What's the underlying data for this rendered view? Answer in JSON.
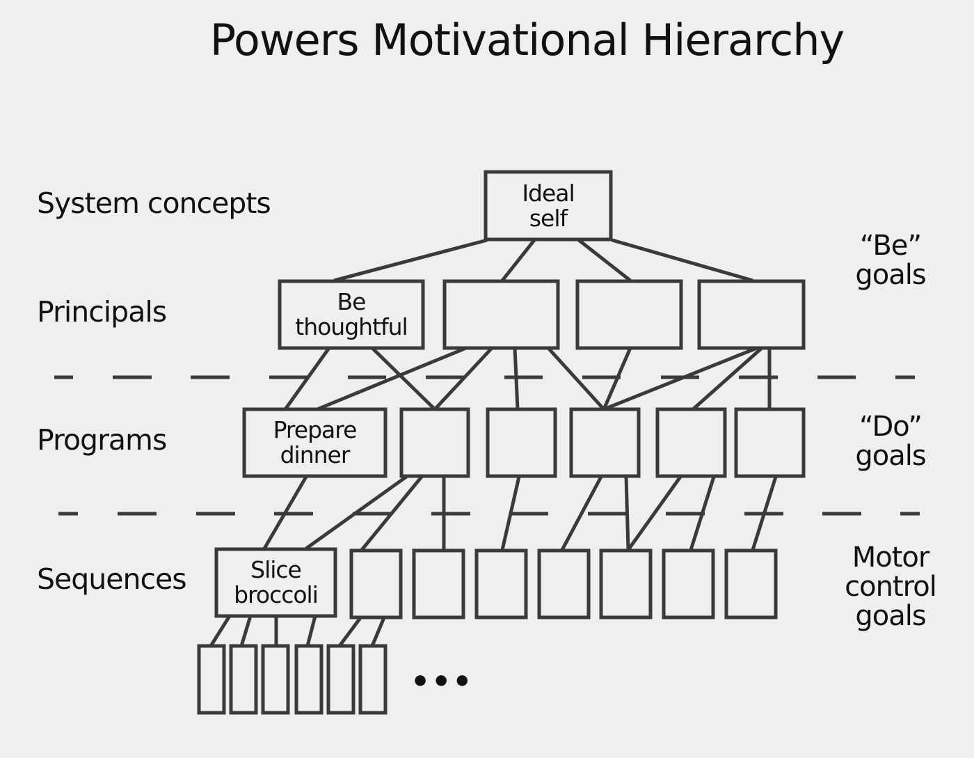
{
  "title": "Powers Motivational Hierarchy",
  "levels": [
    "System concepts",
    "Principals",
    "Programs",
    "Sequences"
  ],
  "side_labels": {
    "be": [
      "“Be”",
      "goals"
    ],
    "do": [
      "“Do”",
      "goals"
    ],
    "motor": [
      "Motor",
      "control",
      "goals"
    ]
  },
  "nodes": {
    "ideal_self": [
      "Ideal",
      "self"
    ],
    "be_thoughtful": [
      "Be",
      "thoughtful"
    ],
    "prepare_dinner": [
      "Prepare",
      "dinner"
    ],
    "slice_broccoli": [
      "Slice",
      "broccoli"
    ]
  },
  "ellipsis": "•••",
  "colors": {
    "background": "#efefef",
    "stroke": "#3a3a3a",
    "text": "#111111"
  }
}
